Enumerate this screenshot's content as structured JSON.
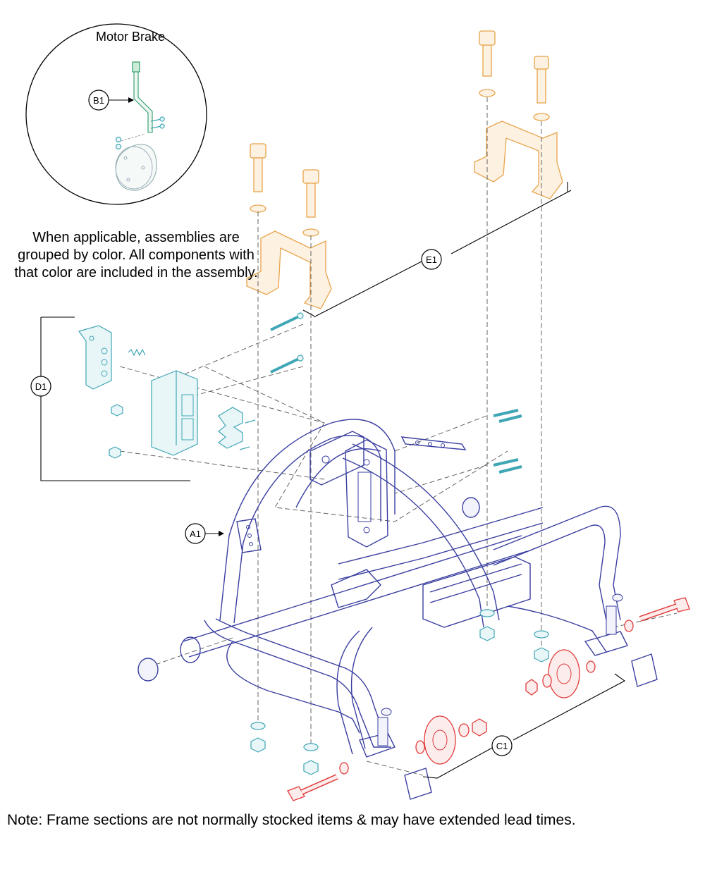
{
  "inset": {
    "title": "Motor Brake"
  },
  "assembly_note": "When applicable, assemblies are grouped by color. All components with that color are included in the assembly.",
  "footer_note": "Note: Frame sections are not normally stocked items & may have extended lead times.",
  "callouts": {
    "a1": "A1",
    "b1": "B1",
    "c1": "C1",
    "d1": "D1",
    "e1": "E1"
  },
  "colors": {
    "frame": "#3a3fa0",
    "hardware": "#3fa6b5",
    "bracket": "#e8a44a",
    "wheel": "#e03a3a",
    "brake": "#2e9c6a",
    "line": "#000000"
  }
}
